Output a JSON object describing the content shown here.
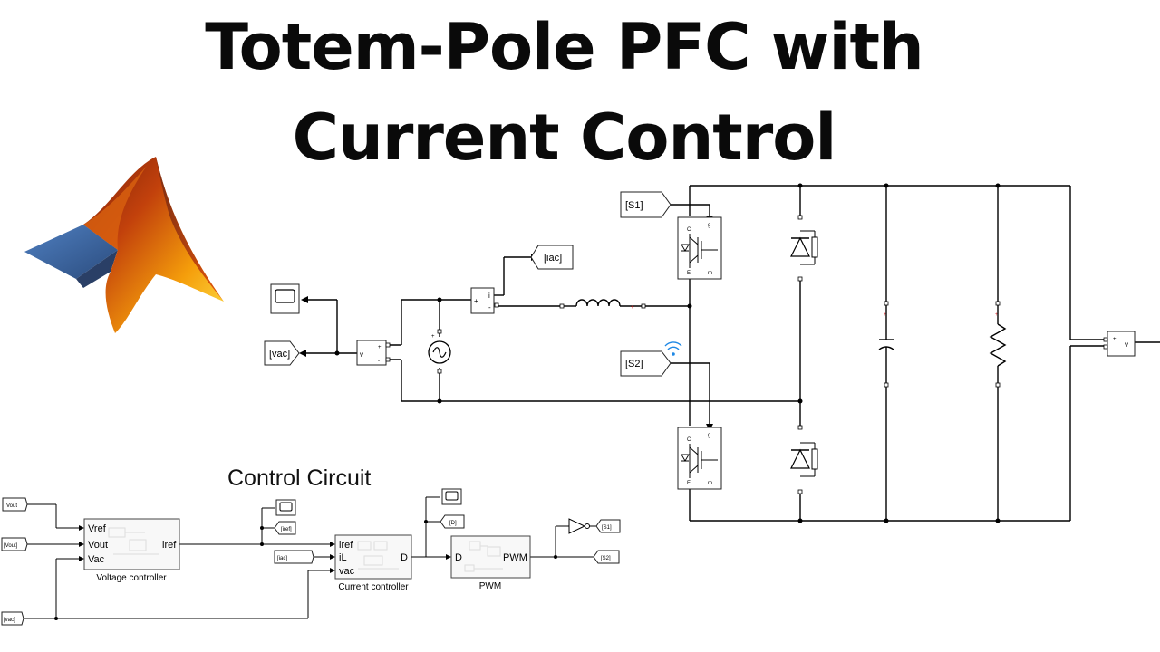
{
  "title": {
    "line1": "Totem-Pole PFC with",
    "line2": "Current Control"
  },
  "logo": {
    "icon": "matlab-membrane-logo"
  },
  "power_circuit": {
    "tags": {
      "s1": "[S1]",
      "s2": "[S2]",
      "iac": "[iac]",
      "vac": "[vac]"
    },
    "current_sensor": {
      "plus": "+",
      "minus": "-",
      "out": "i"
    },
    "voltage_sensor_input": {
      "plus": "+",
      "minus": "-",
      "out": "v"
    },
    "voltage_sensor_output": {
      "plus": "+",
      "minus": "-",
      "out": "v"
    },
    "igbt_pins": {
      "collector": "C",
      "emitter": "E",
      "gate": "g"
    }
  },
  "control_circuit": {
    "title": "Control Circuit",
    "tags": {
      "vout_from": "Vout",
      "vout_goto": "[Vout]",
      "iac_from": "[iac]",
      "vac_from": "[vac]",
      "iref_goto": "[iref]",
      "d_goto": "[D]",
      "s1_goto": "[S1]",
      "s2_goto": "[S2]"
    },
    "voltage_controller": {
      "label": "Voltage controller",
      "in1": "Vref",
      "in2": "Vout",
      "in3": "Vac",
      "out": "iref"
    },
    "current_controller": {
      "label": "Current controller",
      "in1": "iref",
      "in2": "iL",
      "in3": "vac",
      "out": "D"
    },
    "pwm": {
      "label": "PWM",
      "in": "D",
      "out": "PWM"
    }
  },
  "colors": {
    "wire": "#000000",
    "port_red": "#d32f2f",
    "signal_blue": "#1e88e5"
  }
}
